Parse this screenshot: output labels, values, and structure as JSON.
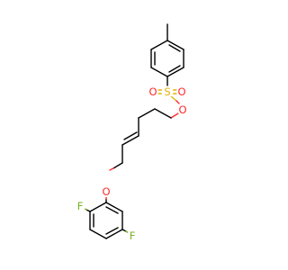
{
  "structure": {
    "atoms": {
      "sulfur": "S",
      "oxygen_top_left": "O",
      "oxygen_top_right": "O",
      "oxygen_ester": "O",
      "oxygen_ether": "O",
      "fluorine_ortho": "F",
      "fluorine_meta": "F"
    }
  },
  "colors": {
    "bond": "#000000",
    "sulfur": "#e6b000",
    "oxygen": "#ff2a2a",
    "fluorine": "#78b41e"
  }
}
